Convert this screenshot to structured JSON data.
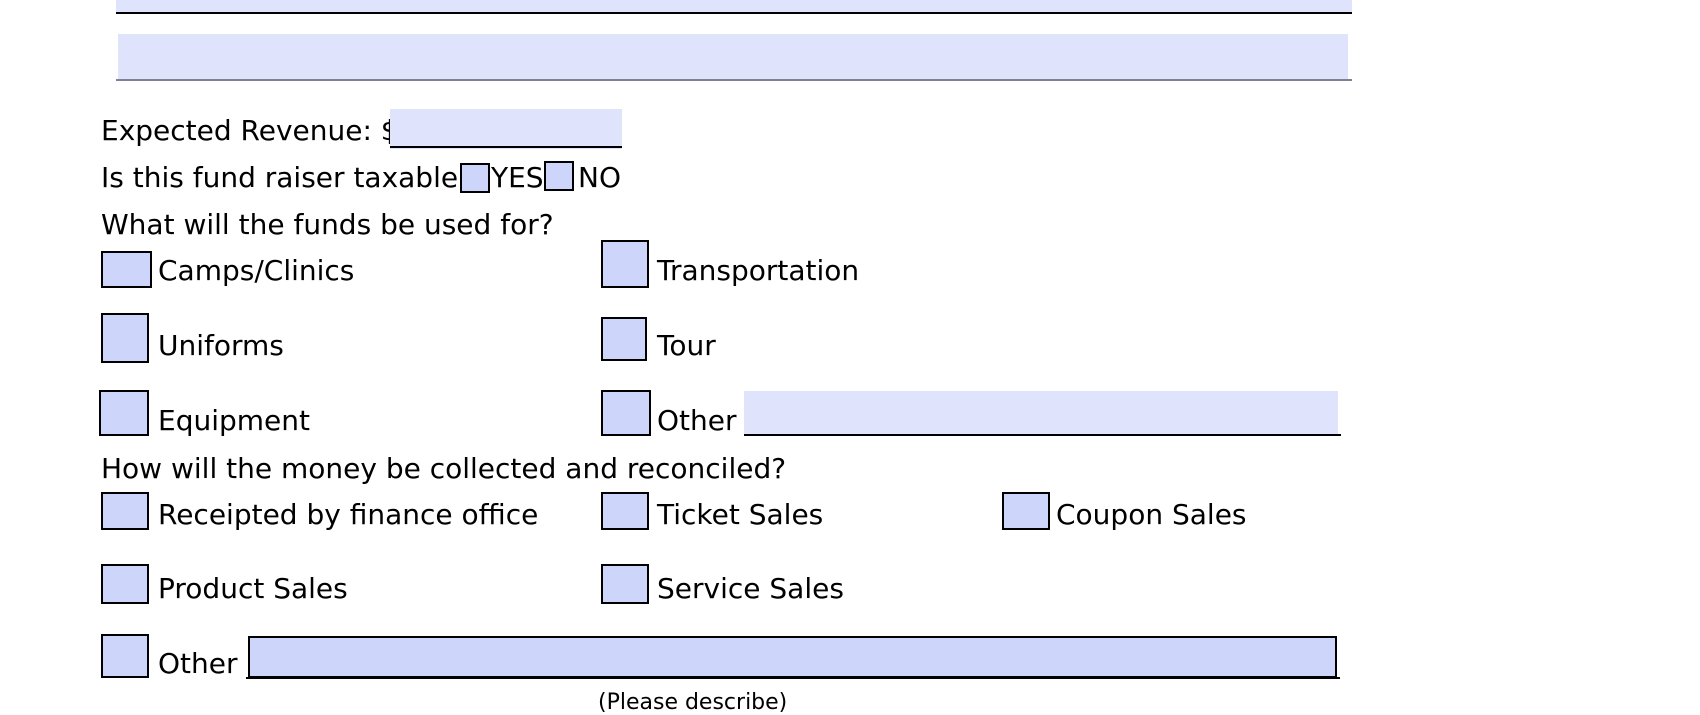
{
  "revenue": {
    "label": "Expected Revenue: $",
    "value": "",
    "underscores": "______________"
  },
  "taxable": {
    "question": "Is this fund raiser taxable?",
    "yes_label": "YES",
    "no_label": "NO",
    "yes_checked": false,
    "no_checked": false
  },
  "funds": {
    "question": "What will the funds be used for?",
    "options": [
      {
        "label": "Camps/Clinics",
        "checked": false
      },
      {
        "label": "Transportation",
        "checked": false
      },
      {
        "label": "Uniforms",
        "checked": false
      },
      {
        "label": "Tour",
        "checked": false
      },
      {
        "label": "Equipment",
        "checked": false
      },
      {
        "label": "Other",
        "checked": false
      }
    ],
    "other_value": "",
    "other_underscores": "____________________________________"
  },
  "collection": {
    "question": "How will the money be collected and reconciled?",
    "options": [
      {
        "label": "Receipted by finance office",
        "checked": false
      },
      {
        "label": "Ticket Sales",
        "checked": false
      },
      {
        "label": "Coupon Sales",
        "checked": false
      },
      {
        "label": "Product Sales",
        "checked": false
      },
      {
        "label": "Service Sales",
        "checked": false
      },
      {
        "label": "Other",
        "checked": false
      }
    ],
    "other_value": "",
    "other_underscores": "___________________________________________________________________",
    "hint": "(Please describe)"
  },
  "colors": {
    "field_fill": "#cdd5fb",
    "field_fill_light": "#dfe3fc",
    "border": "#000000"
  }
}
